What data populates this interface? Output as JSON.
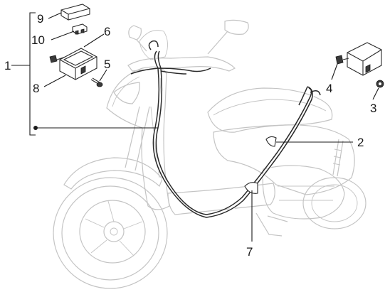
{
  "callouts": {
    "c1": "1",
    "c2": "2",
    "c3": "3",
    "c4": "4",
    "c5": "5",
    "c6": "6",
    "c7": "7",
    "c8": "8",
    "c9": "9",
    "c10": "10"
  },
  "colors": {
    "ink": "#1a1a1a",
    "scooter_outline": "#c4c4c4",
    "wire": "#2a2a2a"
  }
}
